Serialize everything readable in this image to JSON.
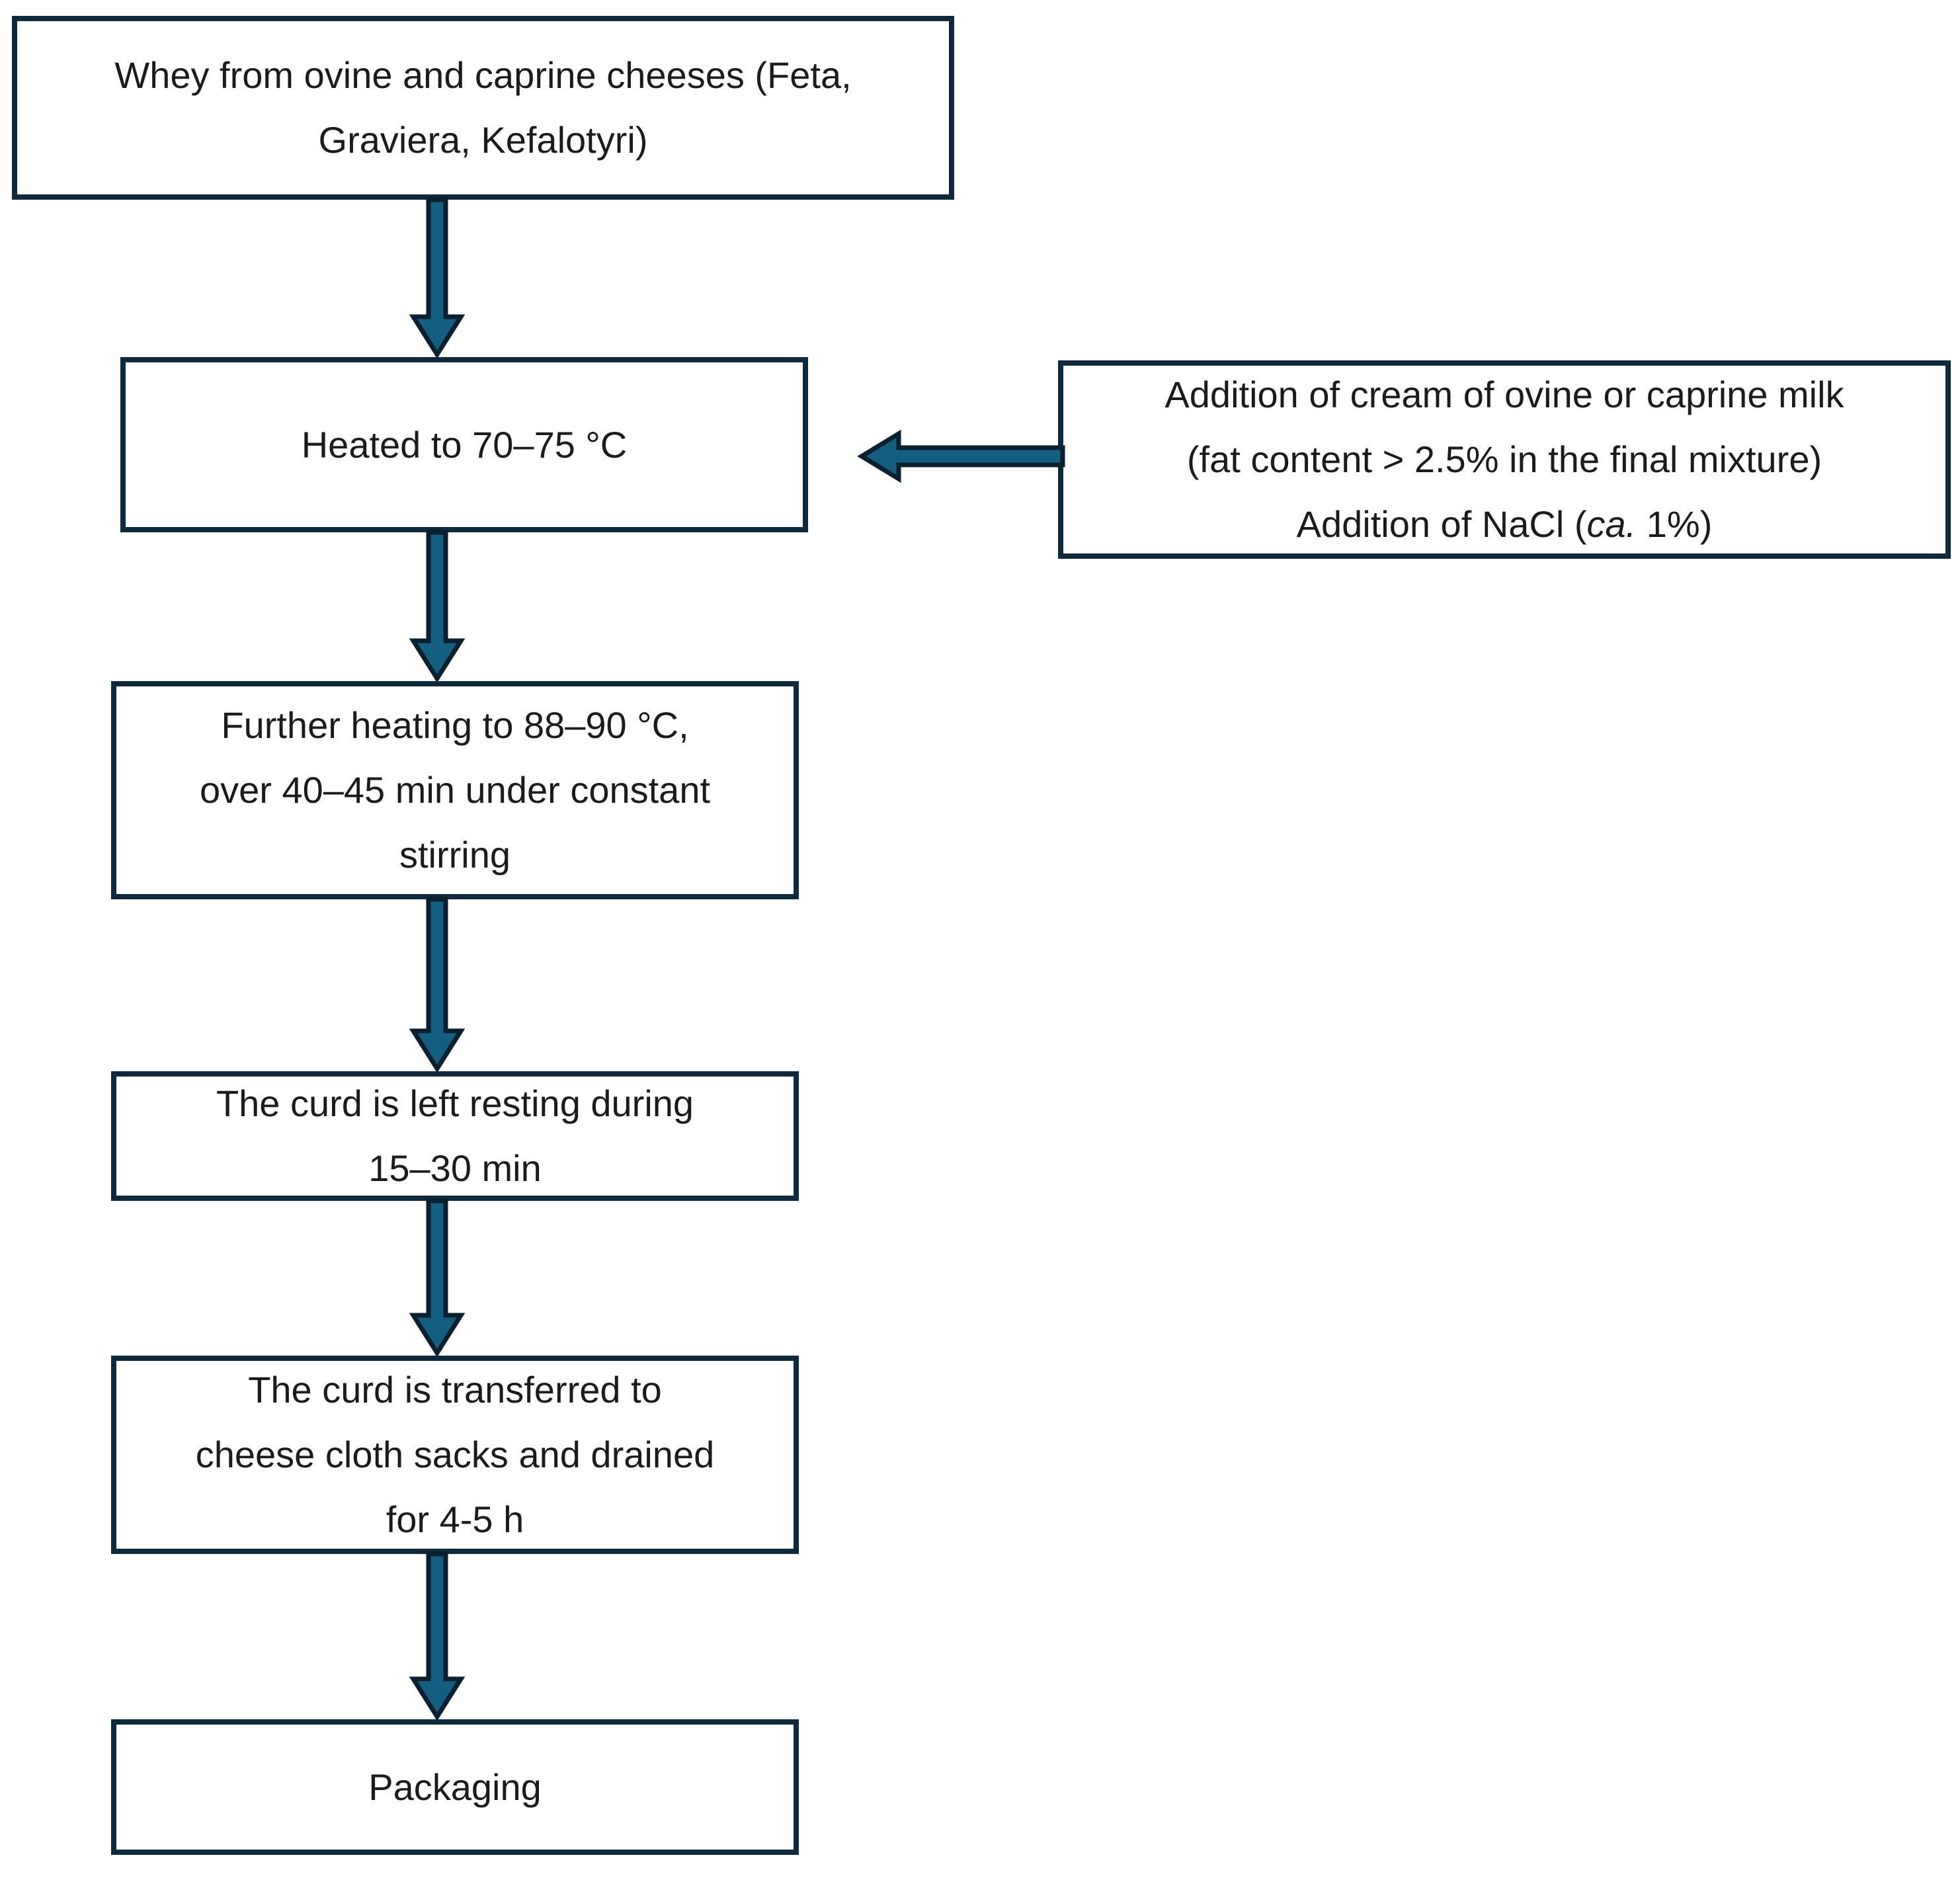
{
  "diagram_type": "flowchart",
  "topic": "Whey cheese manufacturing process",
  "colors": {
    "arrow_fill": "#145F80",
    "arrow_outline": "#0A1F30",
    "box_border": "#0E2A3C",
    "box_background": "#FFFFFF",
    "text": "#1B1B1B",
    "page_background": "#FFFFFF"
  },
  "nodes": {
    "whey": {
      "lines": [
        "Whey from ovine and caprine cheeses (Feta,",
        "Graviera, Kefalotyri)"
      ]
    },
    "heated": {
      "lines": [
        "Heated to 70–75 °C"
      ]
    },
    "additions": {
      "lines": [
        "Addition of cream of ovine or caprine milk",
        "(fat content > 2.5% in the final mixture)"
      ],
      "nacl_prefix": "Addition of NaCl (",
      "nacl_italic": "ca.",
      "nacl_suffix": " 1%)"
    },
    "further_heating": {
      "lines": [
        "Further heating to 88–90 °C,",
        "over 40–45 min under constant",
        "stirring"
      ]
    },
    "resting": {
      "lines": [
        "The curd is left resting during",
        "15–30 min"
      ]
    },
    "draining": {
      "lines": [
        "The curd is transferred to",
        "cheese cloth sacks and drained",
        "for 4-5 h"
      ]
    },
    "packaging": {
      "lines": [
        "Packaging"
      ]
    }
  },
  "edges": [
    {
      "from": "whey",
      "to": "heated",
      "direction": "down"
    },
    {
      "from": "additions",
      "to": "heated",
      "direction": "left"
    },
    {
      "from": "heated",
      "to": "further_heating",
      "direction": "down"
    },
    {
      "from": "further_heating",
      "to": "resting",
      "direction": "down"
    },
    {
      "from": "resting",
      "to": "draining",
      "direction": "down"
    },
    {
      "from": "draining",
      "to": "packaging",
      "direction": "down"
    }
  ]
}
